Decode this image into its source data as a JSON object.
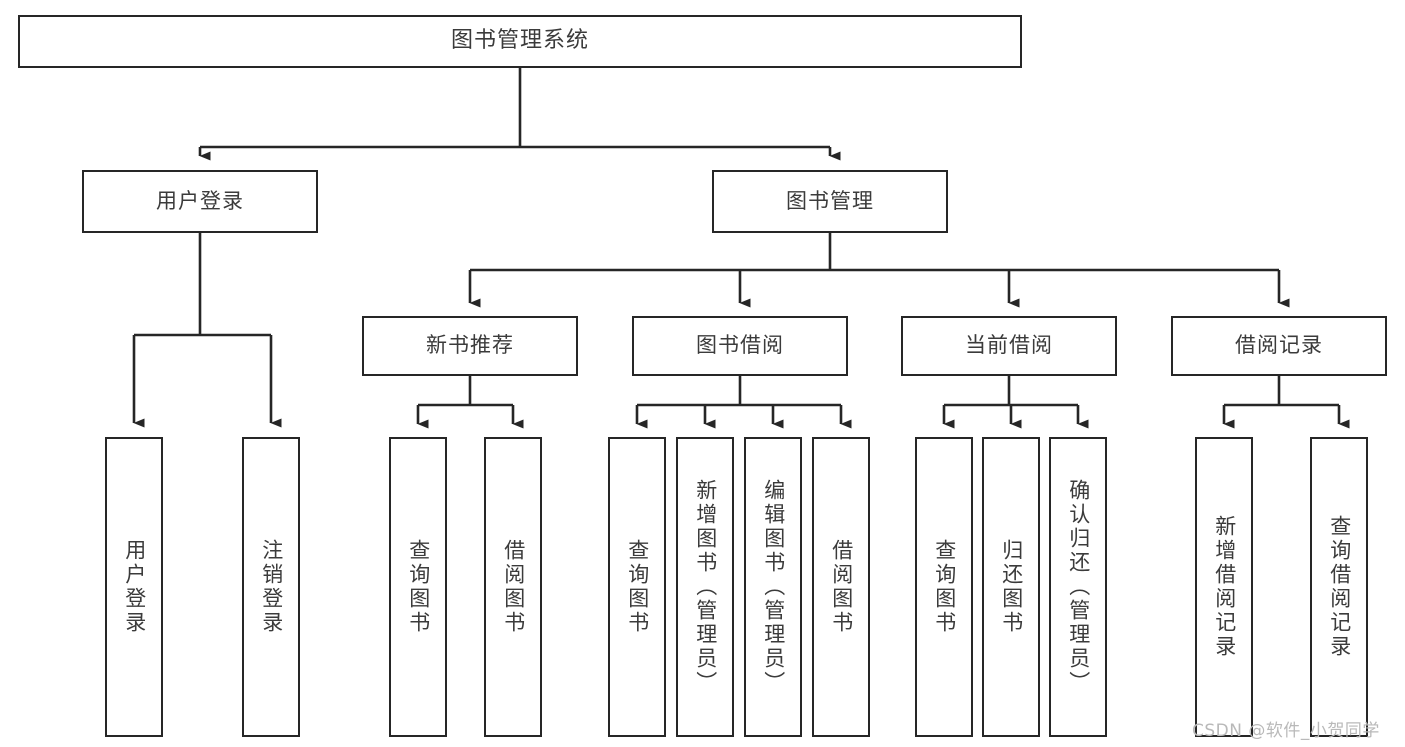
{
  "diagram": {
    "title": "图书管理系统",
    "type": "tree-hierarchy",
    "watermark": "CSDN @软件_小贺同学",
    "colors": {
      "box_border": "#262626",
      "box_fill": "#ffffff",
      "text": "#3b3b3b",
      "edge": "#262626",
      "watermark": "#b9b9b9",
      "background": "#ffffff"
    },
    "nodes": {
      "root": {
        "label": "图书管理系统",
        "orientation": "horizontal"
      },
      "level1": [
        {
          "id": "user-login",
          "label": "用户登录",
          "orientation": "horizontal"
        },
        {
          "id": "book-management",
          "label": "图书管理",
          "orientation": "horizontal"
        }
      ],
      "level2": [
        {
          "id": "new-book-recommend",
          "label": "新书推荐",
          "orientation": "horizontal"
        },
        {
          "id": "book-borrow",
          "label": "图书借阅",
          "orientation": "horizontal"
        },
        {
          "id": "current-borrow",
          "label": "当前借阅",
          "orientation": "horizontal"
        },
        {
          "id": "borrow-record",
          "label": "借阅记录",
          "orientation": "horizontal"
        }
      ],
      "leaves": {
        "user-login": [
          {
            "id": "leaf-user-login",
            "label": "用户登录",
            "orientation": "vertical"
          },
          {
            "id": "leaf-logout",
            "label": "注销登录",
            "orientation": "vertical"
          }
        ],
        "new-book-recommend": [
          {
            "id": "leaf-query-book-1",
            "label": "查询图书",
            "orientation": "vertical"
          },
          {
            "id": "leaf-borrow-book-1",
            "label": "借阅图书",
            "orientation": "vertical"
          }
        ],
        "book-borrow": [
          {
            "id": "leaf-query-book-2",
            "label": "查询图书",
            "orientation": "vertical"
          },
          {
            "id": "leaf-add-book",
            "label": "新增图书（管理员）",
            "orientation": "vertical"
          },
          {
            "id": "leaf-edit-book",
            "label": "编辑图书（管理员）",
            "orientation": "vertical"
          },
          {
            "id": "leaf-borrow-book-2",
            "label": "借阅图书",
            "orientation": "vertical"
          }
        ],
        "current-borrow": [
          {
            "id": "leaf-query-book-3",
            "label": "查询图书",
            "orientation": "vertical"
          },
          {
            "id": "leaf-return-book",
            "label": "归还图书",
            "orientation": "vertical"
          },
          {
            "id": "leaf-confirm-return",
            "label": "确认归还（管理员）",
            "orientation": "vertical"
          }
        ],
        "borrow-record": [
          {
            "id": "leaf-add-record",
            "label": "新增借阅记录",
            "orientation": "vertical"
          },
          {
            "id": "leaf-query-record",
            "label": "查询借阅记录",
            "orientation": "vertical"
          }
        ]
      }
    }
  }
}
